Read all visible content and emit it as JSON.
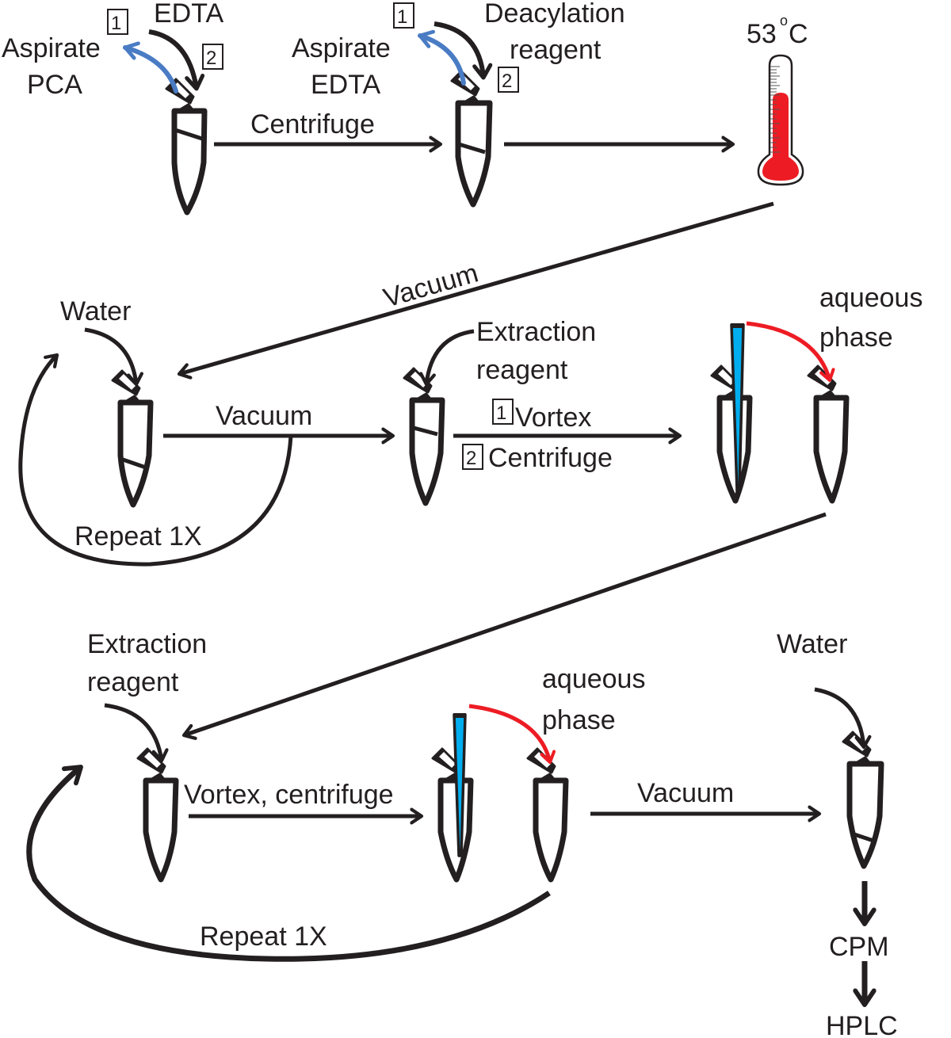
{
  "title": "Deacylation and extraction workflow",
  "colors": {
    "ink": "#231f20",
    "aspirate_arrow": "#4a7cc4",
    "transfer_arrow": "#ed1c24",
    "thermometer_fill": "#ed1c24",
    "pipette_tip": "#00aeef",
    "organic_phase": "#f7b500",
    "aqueous_phase": "#3f7fcf",
    "pellet": "#a0631c"
  },
  "row1": {
    "tube1": {
      "aspirate_label_line1": "Aspirate",
      "aspirate_label_line2": "PCA",
      "add_label": "EDTA",
      "step1": "1",
      "step2": "2"
    },
    "arrow1_label": "Centrifuge",
    "tube2": {
      "aspirate_label_line1": "Aspirate",
      "aspirate_label_line2": "EDTA",
      "add_label_line1": "Deacylation",
      "add_label_line2": "reagent",
      "step1": "1",
      "step2": "2"
    },
    "temperature": {
      "value": "53",
      "degree": "o",
      "unit": "C"
    }
  },
  "connector1_label": "Vacuum",
  "row2": {
    "tube3": {
      "add_label": "Water"
    },
    "loop_label": "Repeat 1X",
    "arrow2_label": "Vacuum",
    "tube4": {
      "add_label_line1": "Extraction",
      "add_label_line2": "reagent"
    },
    "arrow3": {
      "step1": "1",
      "step1_label": "Vortex",
      "step2": "2",
      "step2_label": "Centrifuge"
    },
    "transfer_label_line1": "aqueous",
    "transfer_label_line2": "phase"
  },
  "row3": {
    "tube7": {
      "add_label_line1": "Extraction",
      "add_label_line2": "reagent"
    },
    "arrow4_label": "Vortex, centrifuge",
    "transfer_label_line1": "aqueous",
    "transfer_label_line2": "phase",
    "loop_label": "Repeat 1X",
    "arrow5_label": "Vacuum",
    "tube10": {
      "add_label": "Water"
    },
    "final_steps": [
      "CPM",
      "HPLC"
    ]
  }
}
